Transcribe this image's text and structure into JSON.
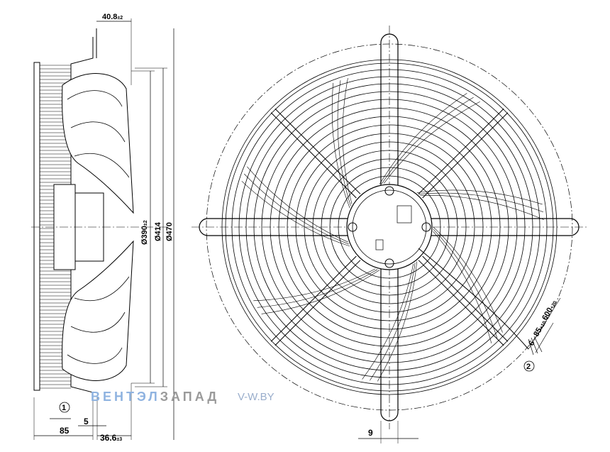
{
  "side_view": {
    "dim_top": "40.8",
    "dim_top_tol": "±2",
    "dia_inner": "Ø390",
    "dia_inner_tol": "±2",
    "dia_mid": "Ø414",
    "dia_outer": "Ø470",
    "dim_bottom_left": "85",
    "dim_bottom_mid": "5",
    "dim_bottom_right": "36.6",
    "dim_bottom_right_tol": "±3",
    "callout_1": "1"
  },
  "front_view": {
    "cable_length": "600",
    "cable_length_tol": "+20",
    "cable_strip": "85",
    "cable_strip_tol": "+10",
    "cable_end": "6",
    "callout_2": "2",
    "dim_bottom": "9"
  },
  "watermark": {
    "brand_part1": "ВЕНТЭЛ",
    "brand_part2": "ЗАПАД",
    "url": "V-W.BY"
  },
  "colors": {
    "line": "#000000",
    "brand_blue": "#8fb3e0",
    "brand_gray": "#9a9a9a"
  }
}
